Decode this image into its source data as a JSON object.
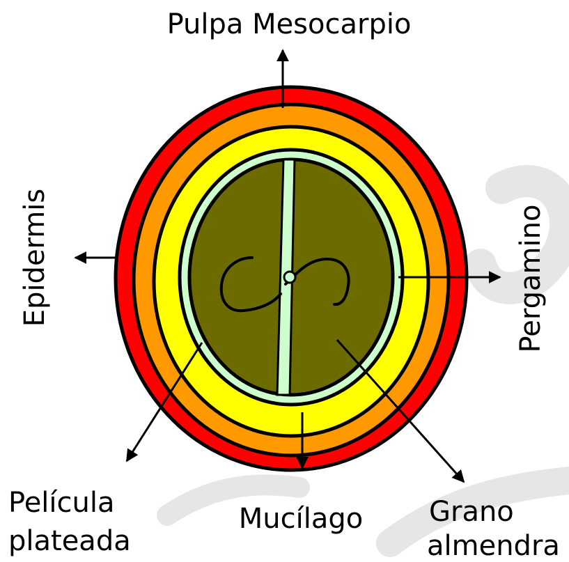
{
  "labels": {
    "pulpa": "Pulpa Mesocarpio",
    "epidermis": "Epidermis",
    "pergamino": "Pergamino",
    "pelicula_line1": "Película",
    "pelicula_line2": "plateada",
    "mucilago": "Mucílago",
    "grano_line1": "Grano",
    "grano_line2": "almendra"
  },
  "colors": {
    "epidermis": "#ff0000",
    "pulpa": "#ff9900",
    "mucilago": "#ffff00",
    "pelicula": "#ccffcc",
    "grano": "#6b6b00",
    "outline": "#000000",
    "watermark": "#e6e6e6"
  }
}
